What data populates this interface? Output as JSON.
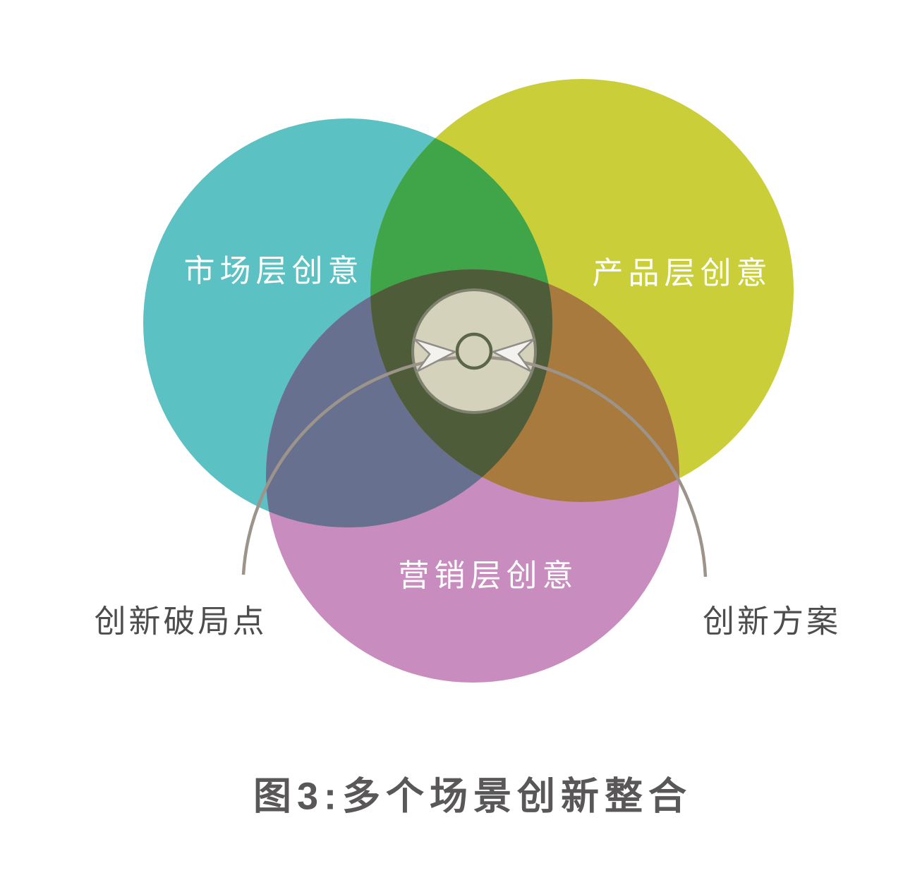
{
  "diagram": {
    "caption": "图3:多个场景创新整合",
    "circles": {
      "market": {
        "label": "市场层创意",
        "color": "#5CC1C3"
      },
      "product": {
        "label": "产品层创意",
        "color": "#C9CE39"
      },
      "marketing": {
        "label": "营销层创意",
        "color": "#C98CBE"
      }
    },
    "overlaps": {
      "market_product": "#3FA548",
      "market_marketing": "#67718F",
      "product_marketing": "#A87A3D",
      "all_three": "#4E5C3A"
    },
    "hub": {
      "fill": "#D5D2BC",
      "stroke": "#7E826E",
      "ring_stroke": "#5B6549"
    },
    "connector": {
      "line_color": "#9C948A",
      "arrow_fill": "#F4F2EF",
      "arrow_stroke": "#8F8D88"
    },
    "annotations": {
      "left": "创新破局点",
      "right": "创新方案"
    },
    "text_colors": {
      "circle_label": "#FFFFFF",
      "annotation": "#4D4D4D",
      "caption": "#595757"
    }
  }
}
